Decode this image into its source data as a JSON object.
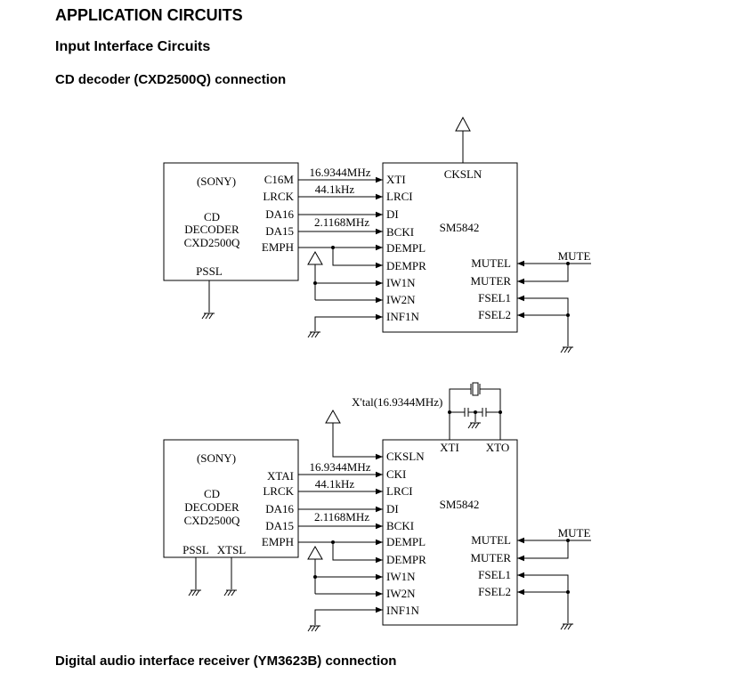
{
  "headings": {
    "title": "APPLICATION CIRCUITS",
    "section": "Input Interface Circuits",
    "sub1": "CD decoder (CXD2500Q) connection",
    "sub2": "Digital audio interface receiver (YM3623B) connection"
  },
  "diagram1": {
    "decoder": {
      "brand": "(SONY)",
      "lines": [
        "CD",
        "DECODER",
        "CXD2500Q"
      ],
      "pins": [
        "C16M",
        "LRCK",
        "DA16",
        "DA15",
        "EMPH"
      ],
      "bottom_pin": "PSSL"
    },
    "signals": [
      "16.9344MHz",
      "44.1kHz",
      "2.1168MHz"
    ],
    "chip": {
      "name": "SM5842",
      "top_pin": "CKSLN",
      "left_pins": [
        "XTI",
        "LRCI",
        "DI",
        "BCKI",
        "DEMPL",
        "DEMPR",
        "IW1N",
        "IW2N",
        "INF1N"
      ],
      "right_pins": [
        "MUTEL",
        "MUTER",
        "FSEL1",
        "FSEL2"
      ]
    },
    "mute_label": "MUTE"
  },
  "diagram2": {
    "decoder": {
      "brand": "(SONY)",
      "lines": [
        "CD",
        "DECODER",
        "CXD2500Q"
      ],
      "pins": [
        "XTAI",
        "LRCK",
        "DA16",
        "DA15",
        "EMPH"
      ],
      "bottom_pins": [
        "PSSL",
        "XTSL"
      ]
    },
    "signals": [
      "16.9344MHz",
      "44.1kHz",
      "2.1168MHz"
    ],
    "crystal_label": "X'tal(16.9344MHz)",
    "chip": {
      "name": "SM5842",
      "top_pins": [
        "XTI",
        "XTO"
      ],
      "left_pins": [
        "CKSLN",
        "CKI",
        "LRCI",
        "DI",
        "BCKI",
        "DEMPL",
        "DEMPR",
        "IW1N",
        "IW2N",
        "INF1N"
      ],
      "right_pins": [
        "MUTEL",
        "MUTER",
        "FSEL1",
        "FSEL2"
      ]
    },
    "mute_label": "MUTE"
  }
}
